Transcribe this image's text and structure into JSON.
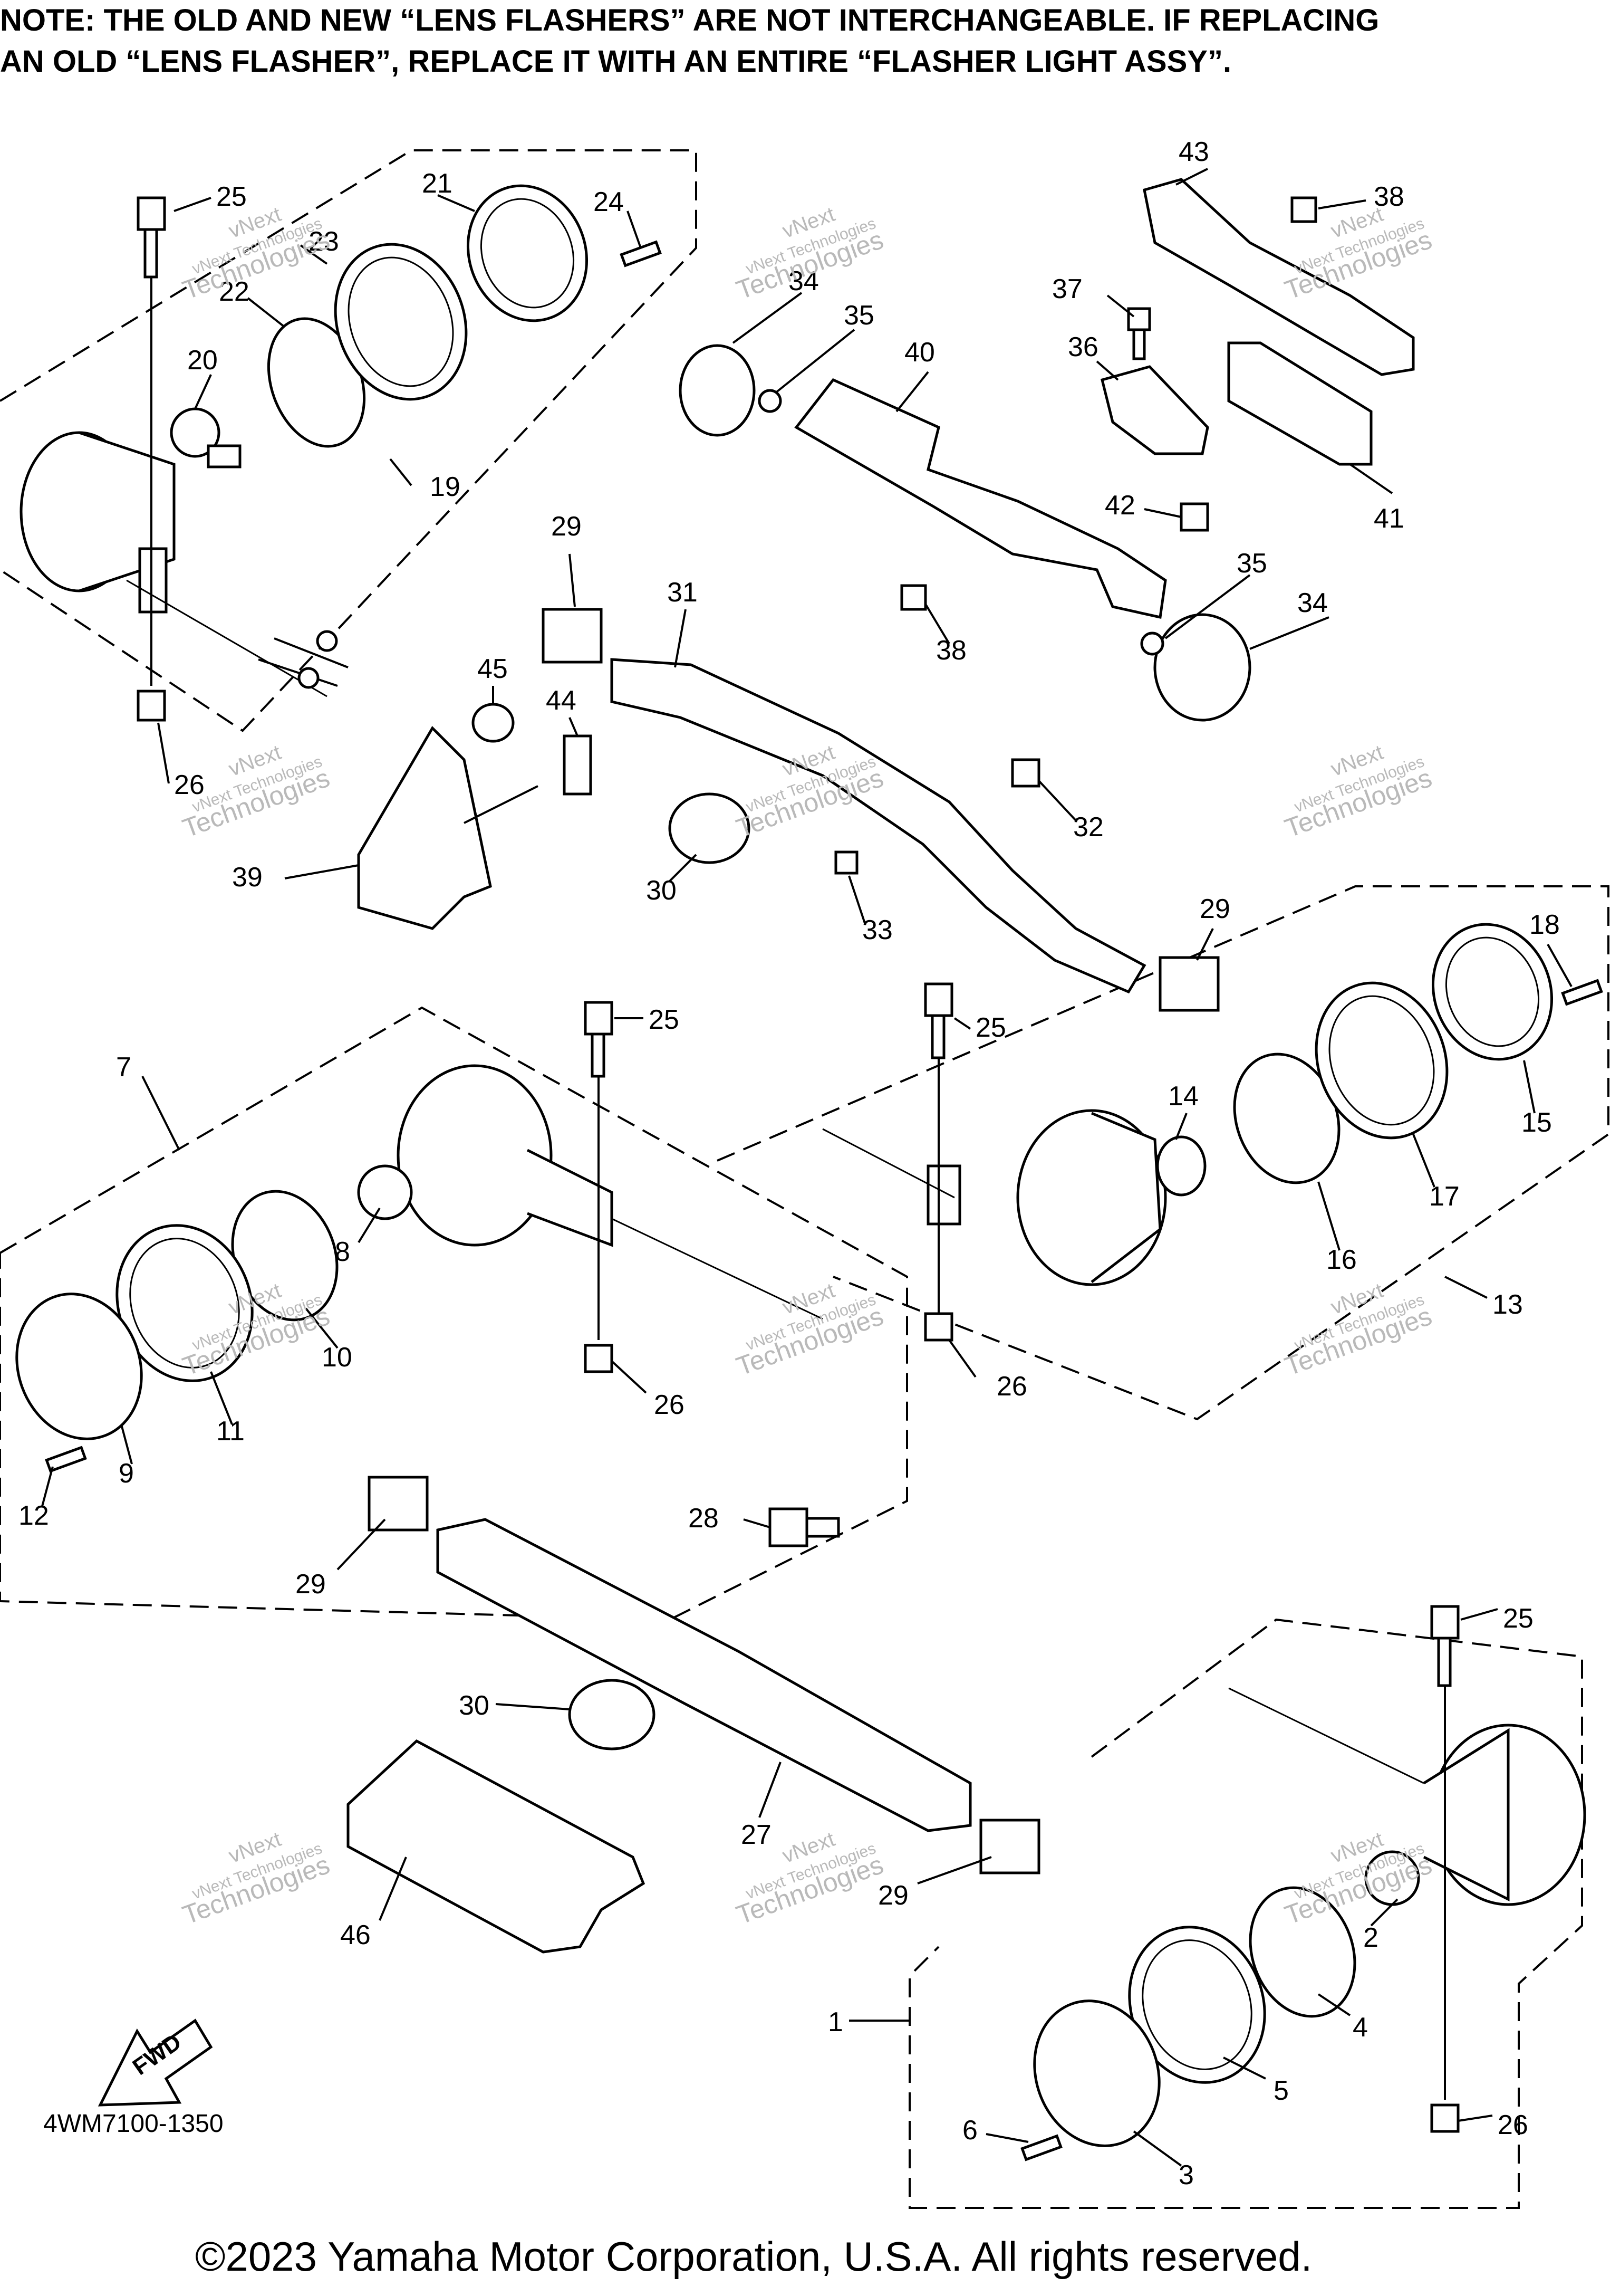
{
  "note": {
    "line1": "NOTE: THE OLD AND NEW “LENS FLASHERS” ARE NOT INTERCHANGEABLE. IF REPLACING",
    "line2": "AN OLD “LENS FLASHER”, REPLACE IT WITH AN ENTIRE “FLASHER LIGHT ASSY”."
  },
  "callouts": [
    "25",
    "21",
    "24",
    "23",
    "22",
    "20",
    "19",
    "29",
    "31",
    "26",
    "45",
    "44",
    "39",
    "30",
    "34",
    "35",
    "40",
    "43",
    "38",
    "37",
    "36",
    "41",
    "42",
    "38",
    "35",
    "34",
    "32",
    "33",
    "29",
    "18",
    "15",
    "14",
    "17",
    "16",
    "13",
    "25",
    "25",
    "7",
    "8",
    "10",
    "11",
    "9",
    "12",
    "26",
    "26",
    "28",
    "29",
    "30",
    "27",
    "29",
    "46",
    "25",
    "2",
    "4",
    "5",
    "3",
    "6",
    "1",
    "26"
  ],
  "watermark": {
    "line1": "vNext",
    "line2": "vNext Technologies",
    "line3": "Technologies"
  },
  "fwd_label": "FWD",
  "diagram_code": "4WM7100-1350",
  "copyright": "©2023 Yamaha Motor Corporation, U.S.A. All rights reserved."
}
